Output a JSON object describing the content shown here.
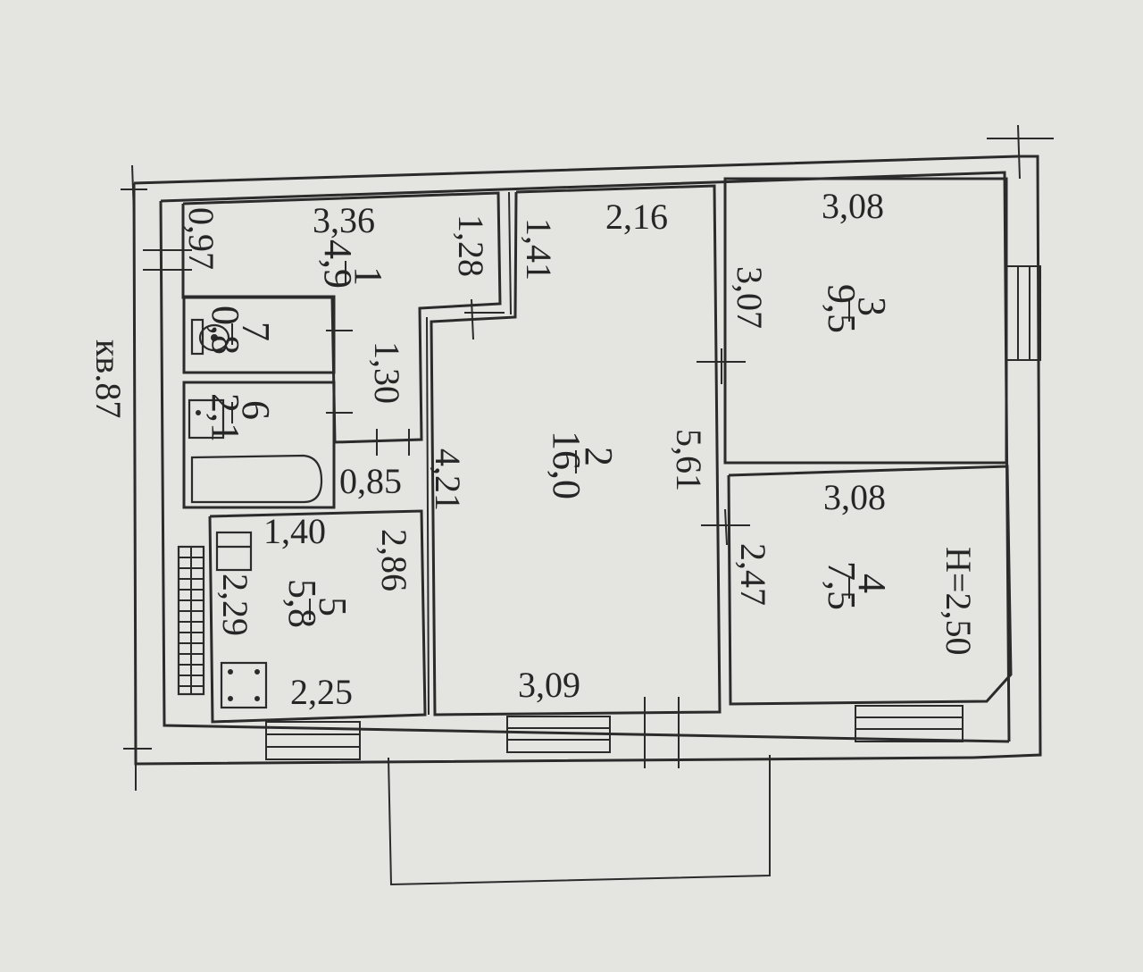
{
  "apartment_label": "кв.87",
  "ceiling_height": "H=2,50",
  "rooms": [
    {
      "id": "corridor",
      "number": "1",
      "area": "4,9",
      "dims": [
        "3,36",
        "0,97",
        "1,28"
      ]
    },
    {
      "id": "living",
      "number": "2",
      "area": "16,0",
      "dims": [
        "2,16",
        "1,41",
        "4,21",
        "5,61",
        "3,09"
      ]
    },
    {
      "id": "bedroom-1",
      "number": "3",
      "area": "9,5",
      "dims": [
        "3,08",
        "3,07"
      ]
    },
    {
      "id": "bedroom-2",
      "number": "4",
      "area": "7,5",
      "dims": [
        "3,08",
        "2,47"
      ]
    },
    {
      "id": "kitchen",
      "number": "5",
      "area": "5,8",
      "dims": [
        "1,40",
        "2,86",
        "2,29",
        "2,25"
      ]
    },
    {
      "id": "bathroom",
      "number": "6",
      "area": "2,1",
      "dims": [
        "1,30",
        "0,85"
      ]
    },
    {
      "id": "toilet",
      "number": "7",
      "area": "0,8",
      "dims": []
    }
  ]
}
